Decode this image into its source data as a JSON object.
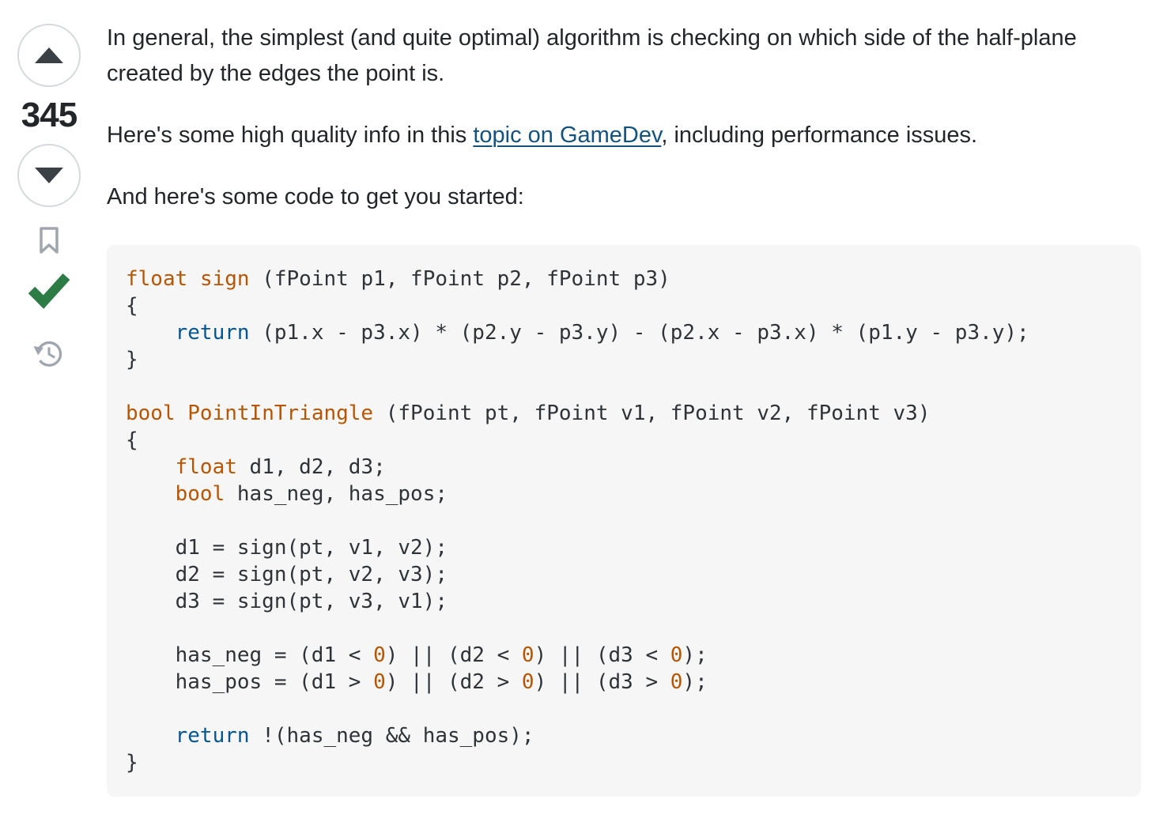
{
  "vote_cell": {
    "count": "345",
    "icons": {
      "upvote": "triangle-up",
      "downvote": "triangle-down",
      "bookmark": "bookmark-outline",
      "accepted": "green-checkmark",
      "history": "clock-undo-arrow"
    }
  },
  "answer": {
    "p1": "In general, the simplest (and quite optimal) algorithm is checking on which side of the half-plane created by the edges the point is.",
    "p2_before_link": "Here's some high quality info in this ",
    "p2_link": "topic on GameDev",
    "p2_after_link": ", including performance issues.",
    "p3": "And here's some code to get you started:",
    "code_lines": [
      [
        {
          "t": "float",
          "c": "type"
        },
        {
          "t": " "
        },
        {
          "t": "sign",
          "c": "title"
        },
        {
          "t": " (fPoint p1, fPoint p2, fPoint p3)"
        }
      ],
      [
        {
          "t": "{"
        }
      ],
      [
        {
          "t": "    "
        },
        {
          "t": "return",
          "c": "keyword"
        },
        {
          "t": " (p1.x - p3.x) * (p2.y - p3.y) - (p2.x - p3.x) * (p1.y - p3.y);"
        }
      ],
      [
        {
          "t": "}"
        }
      ],
      [
        {
          "t": ""
        }
      ],
      [
        {
          "t": "bool",
          "c": "type"
        },
        {
          "t": " "
        },
        {
          "t": "PointInTriangle",
          "c": "title"
        },
        {
          "t": " (fPoint pt, fPoint v1, fPoint v2, fPoint v3)"
        }
      ],
      [
        {
          "t": "{"
        }
      ],
      [
        {
          "t": "    "
        },
        {
          "t": "float",
          "c": "type"
        },
        {
          "t": " d1, d2, d3;"
        }
      ],
      [
        {
          "t": "    "
        },
        {
          "t": "bool",
          "c": "type"
        },
        {
          "t": " has_neg, has_pos;"
        }
      ],
      [
        {
          "t": ""
        }
      ],
      [
        {
          "t": "    d1 = sign(pt, v1, v2);"
        }
      ],
      [
        {
          "t": "    d2 = sign(pt, v2, v3);"
        }
      ],
      [
        {
          "t": "    d3 = sign(pt, v3, v1);"
        }
      ],
      [
        {
          "t": ""
        }
      ],
      [
        {
          "t": "    has_neg = (d1 < "
        },
        {
          "t": "0",
          "c": "literal"
        },
        {
          "t": ") || (d2 < "
        },
        {
          "t": "0",
          "c": "literal"
        },
        {
          "t": ") || (d3 < "
        },
        {
          "t": "0",
          "c": "literal"
        },
        {
          "t": ");"
        }
      ],
      [
        {
          "t": "    has_pos = (d1 > "
        },
        {
          "t": "0",
          "c": "literal"
        },
        {
          "t": ") || (d2 > "
        },
        {
          "t": "0",
          "c": "literal"
        },
        {
          "t": ") || (d3 > "
        },
        {
          "t": "0",
          "c": "literal"
        },
        {
          "t": ");"
        }
      ],
      [
        {
          "t": ""
        }
      ],
      [
        {
          "t": "    "
        },
        {
          "t": "return",
          "c": "keyword"
        },
        {
          "t": " !(has_neg && has_pos);"
        }
      ],
      [
        {
          "t": "}"
        }
      ]
    ]
  },
  "colors": {
    "link_blue": "#14537e",
    "code_keyword_blue": "#015692",
    "code_type_orange": "#b75501",
    "accepted_green": "#2e7c45",
    "icon_gray": "#9fa6ad",
    "arrow_dark": "#3b4045",
    "code_bg": "#f6f6f6",
    "vote_circle_border": "#d6d9dc"
  }
}
